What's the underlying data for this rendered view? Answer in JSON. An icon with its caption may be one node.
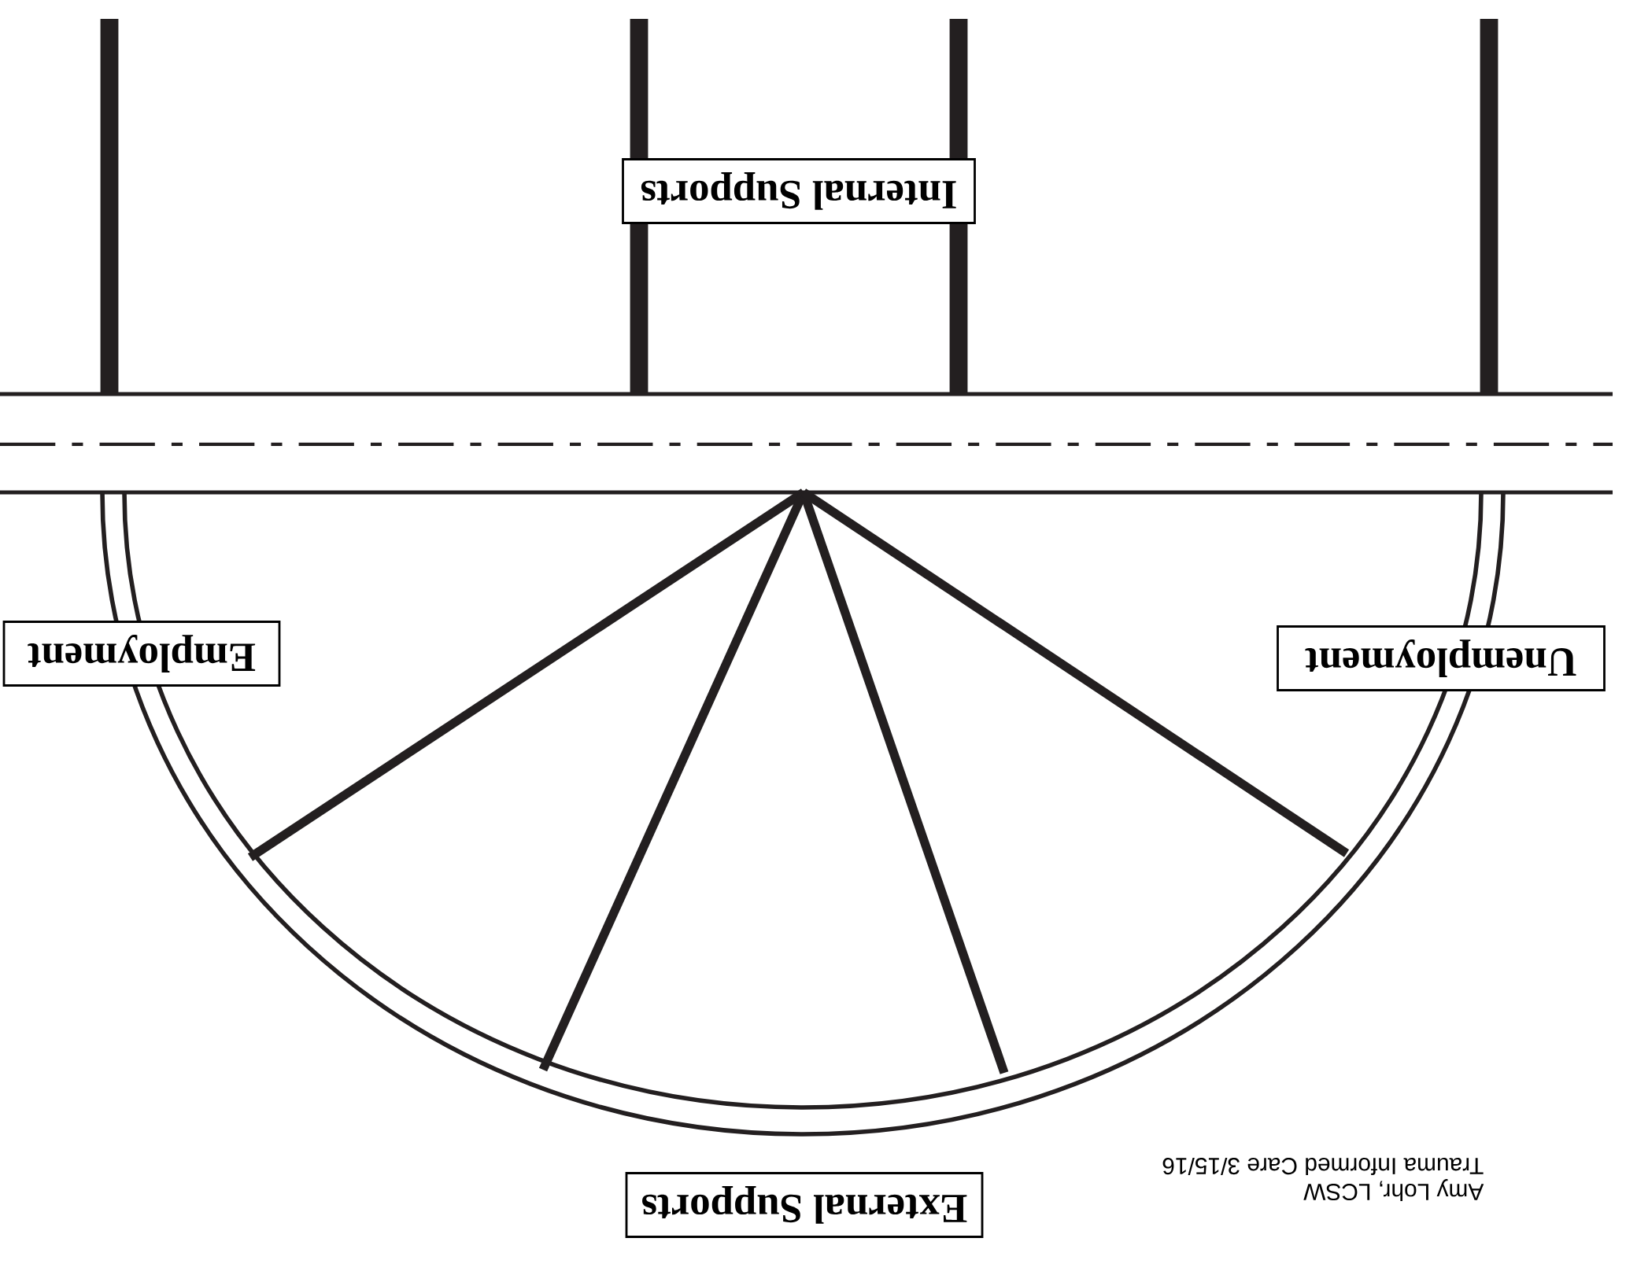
{
  "diagram": {
    "nodes": [
      {
        "text": [
          "Internal Supports"
        ]
      },
      {
        "text": [
          "Employment"
        ]
      },
      {
        "text": [
          "Unemployment"
        ]
      },
      {
        "text": [
          "External Supports"
        ]
      }
    ],
    "labels": [
      "Amy Lohr, LCSW",
      "Trauma Informed Care 3/15/16"
    ]
  }
}
